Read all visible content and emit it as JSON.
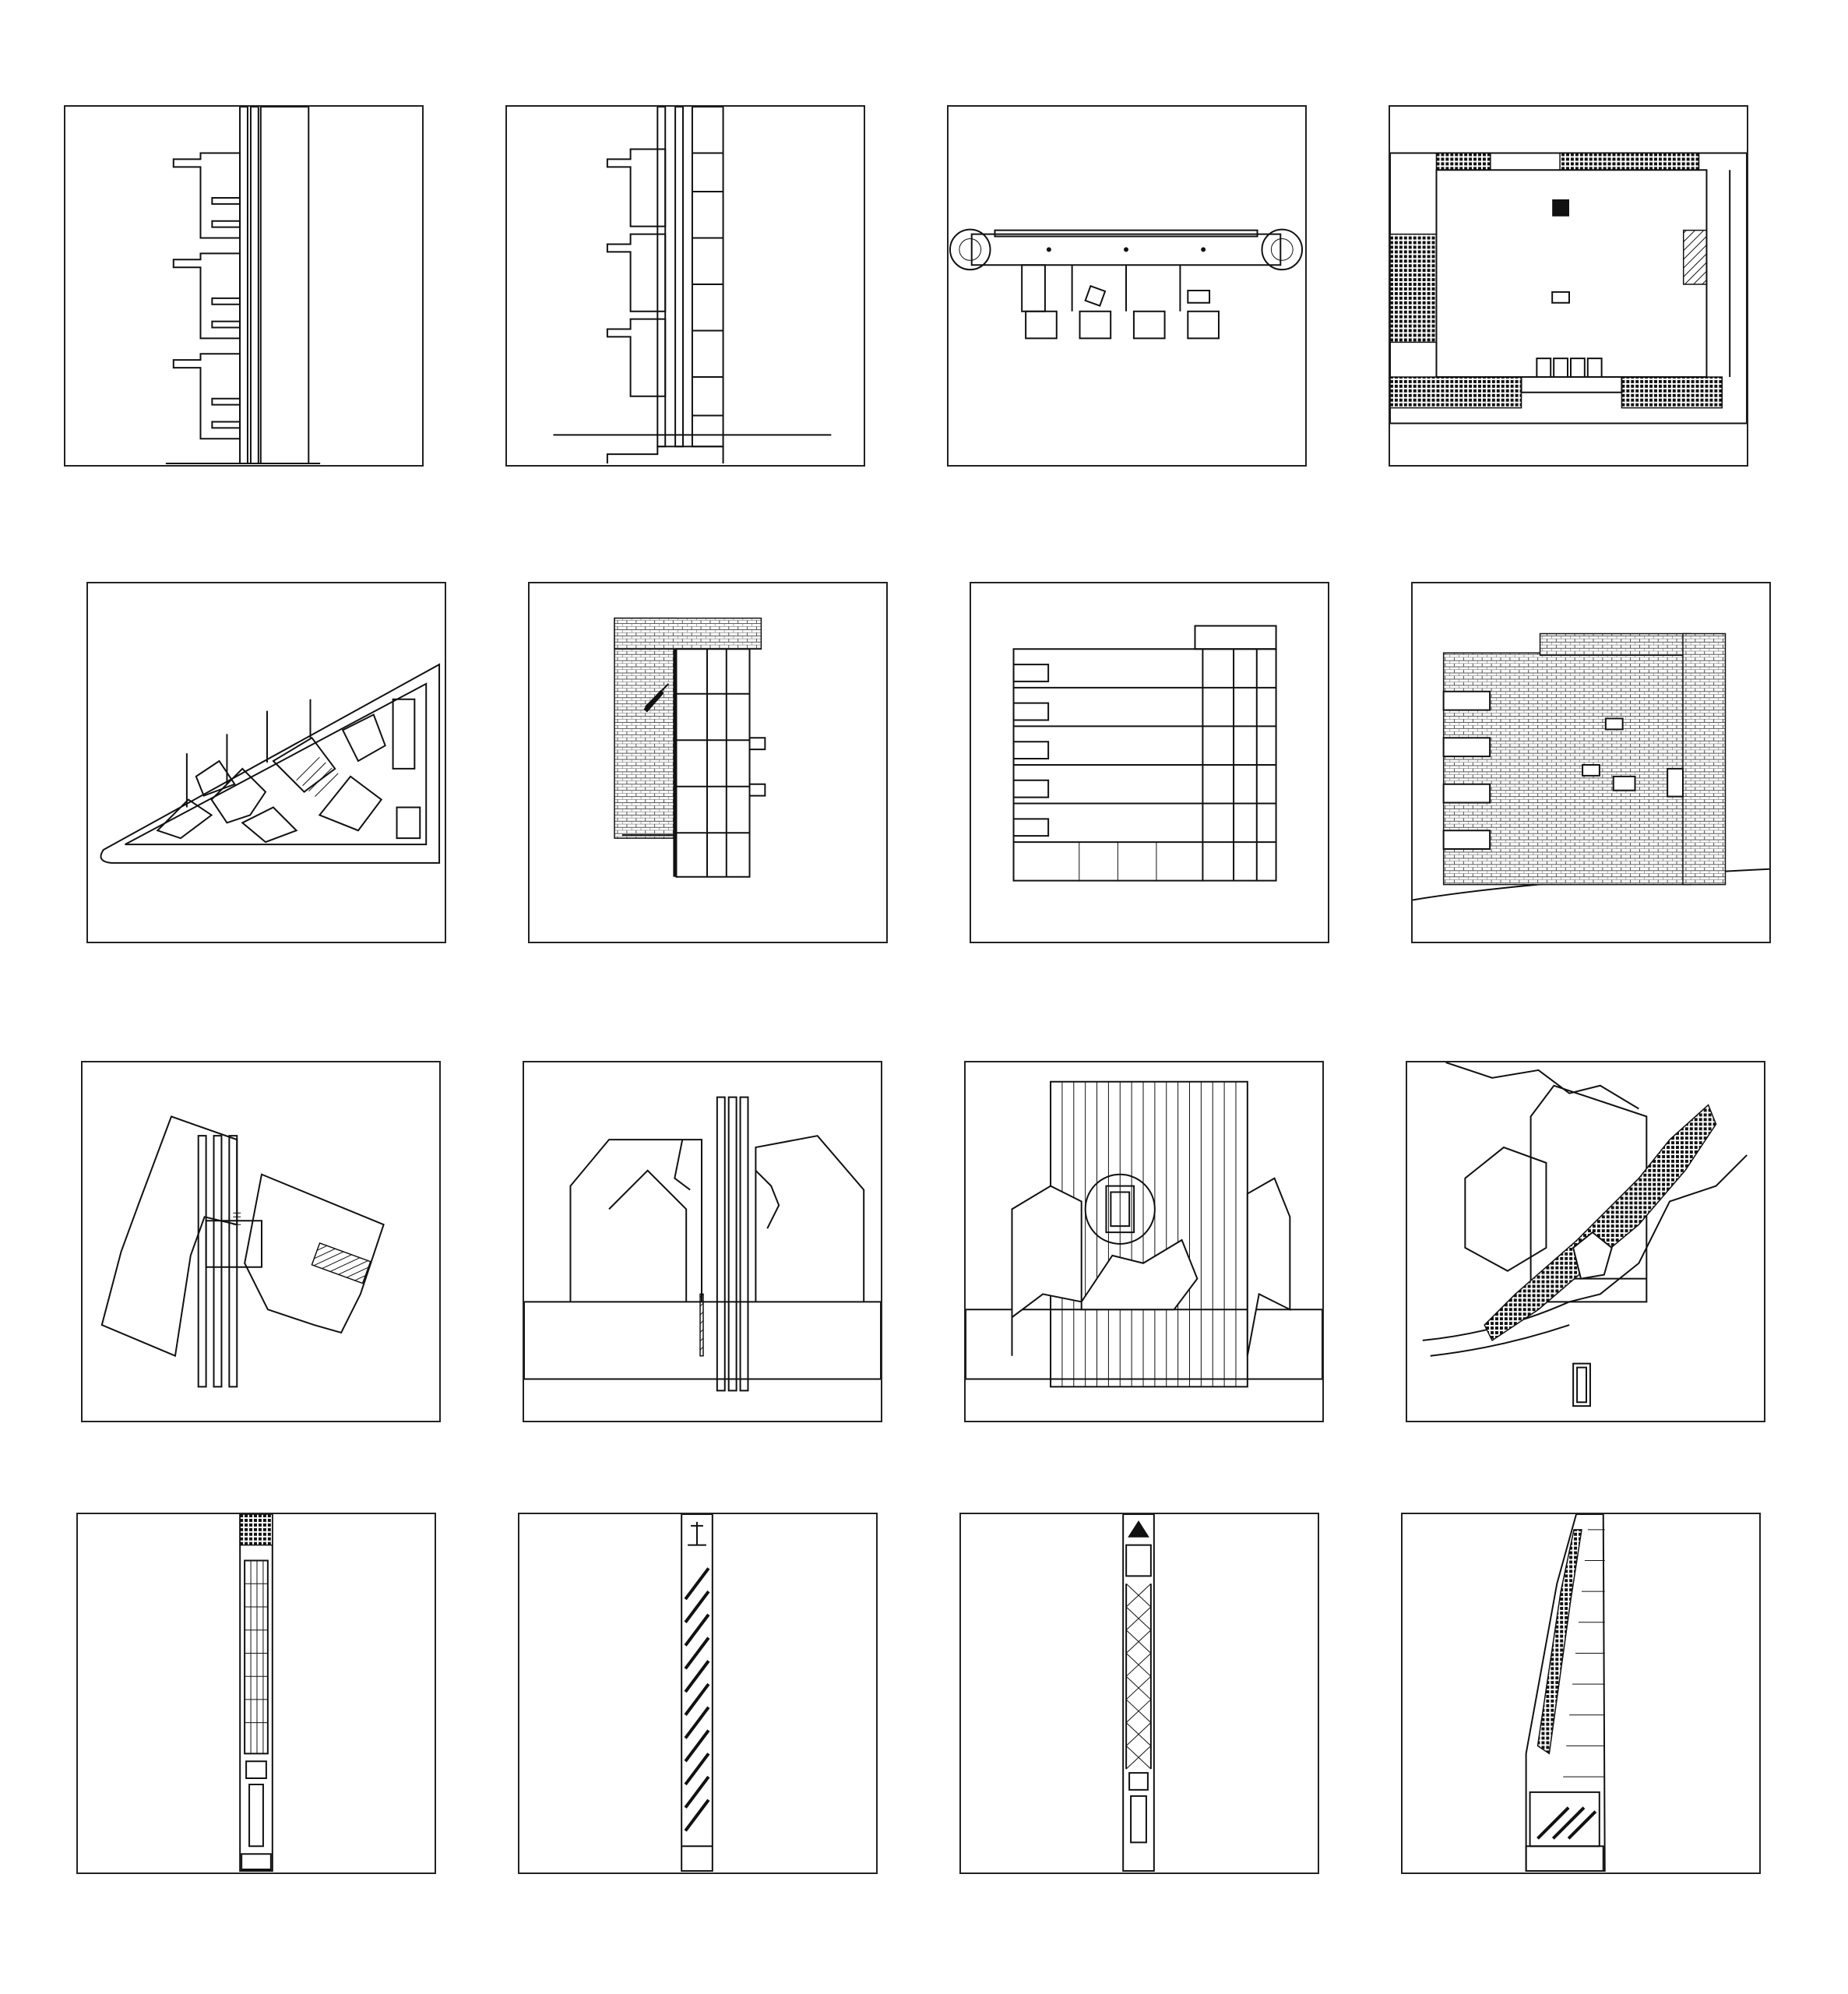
{
  "sheet": {
    "background": "#ffffff",
    "line_color": "#111111",
    "panels": [
      {
        "name": "tower-elevation-cantilever-panel"
      },
      {
        "name": "tower-section-frame-panel"
      },
      {
        "name": "bridge-plan-panel"
      },
      {
        "name": "roof-plan-panel"
      },
      {
        "name": "triangular-plan-panel"
      },
      {
        "name": "brick-section-panel"
      },
      {
        "name": "floor-section-panel"
      },
      {
        "name": "brick-elevation-panel"
      },
      {
        "name": "rotated-plan-panel"
      },
      {
        "name": "split-gable-elevation-panel"
      },
      {
        "name": "striped-slab-elevation-panel"
      },
      {
        "name": "tilted-volume-axonometric-panel"
      },
      {
        "name": "slender-tower-a-panel"
      },
      {
        "name": "slender-tower-diagonal-panel"
      },
      {
        "name": "slender-tower-truss-panel"
      },
      {
        "name": "leaning-tower-panel"
      }
    ]
  }
}
